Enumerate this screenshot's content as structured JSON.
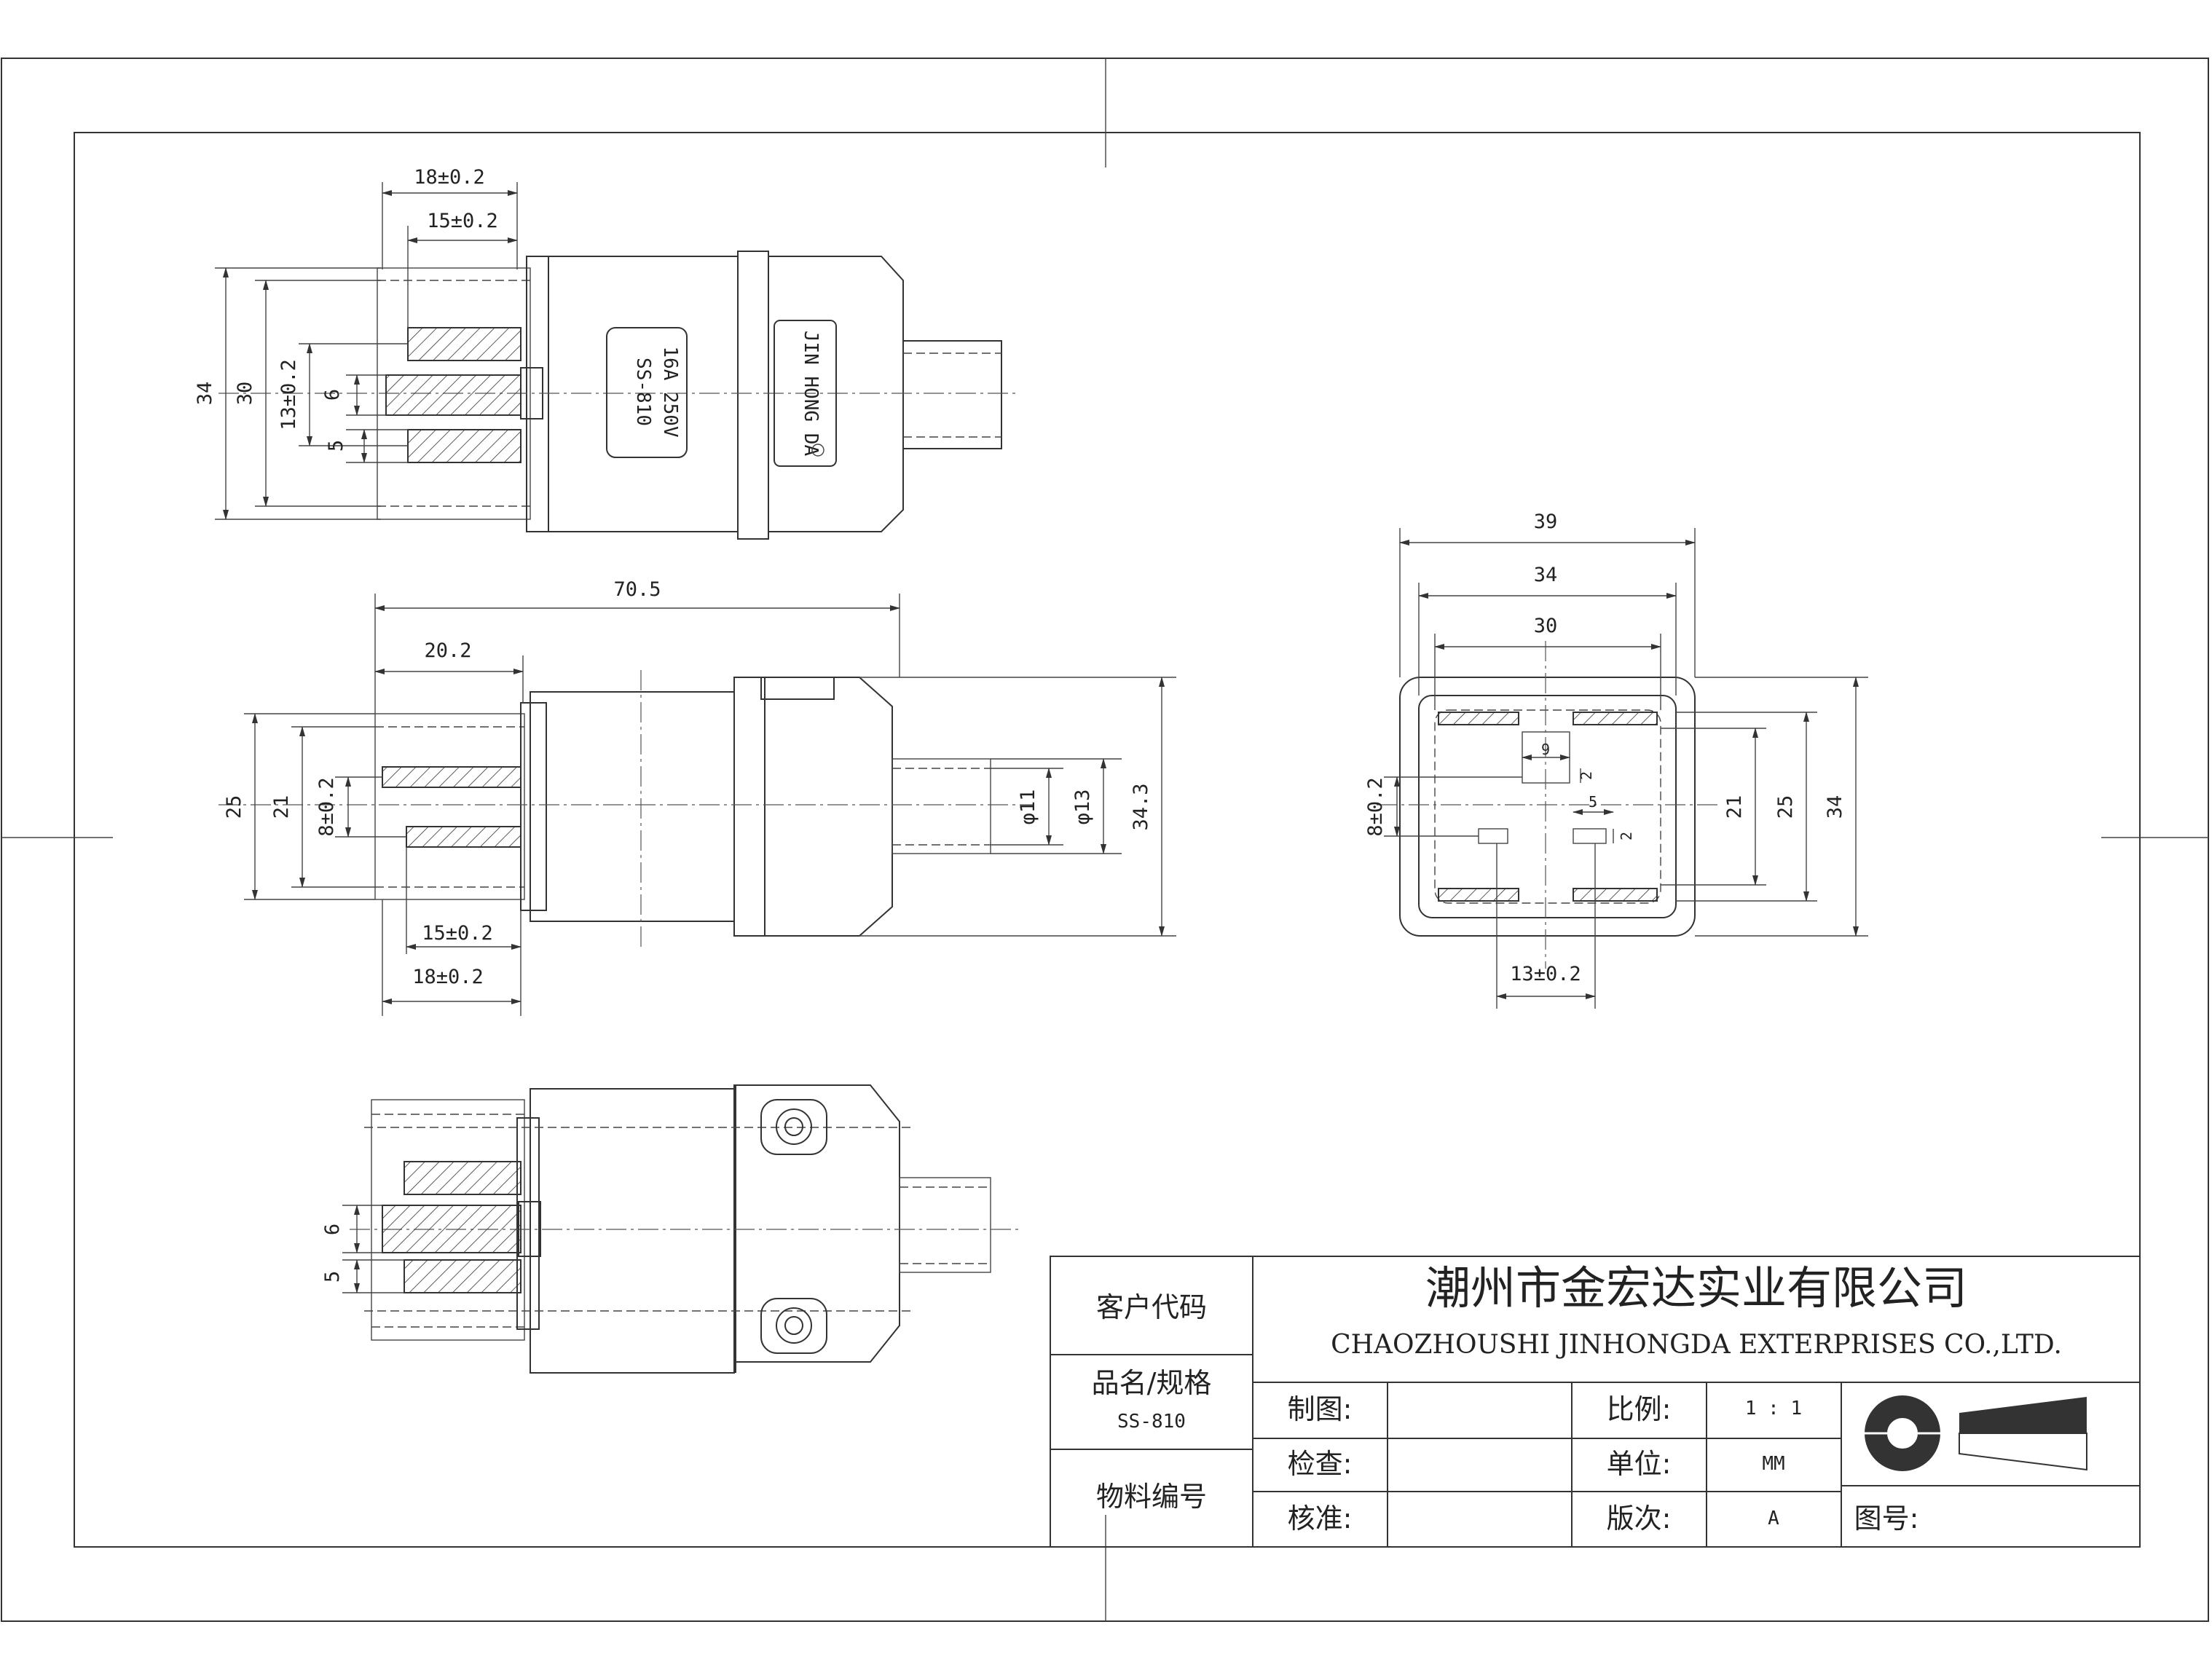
{
  "title_block": {
    "company_cn": "潮州市金宏达实业有限公司",
    "company_en": "CHAOZHOUSHI JINHONGDA EXTERPRISES CO.,LTD.",
    "customer_code_label": "客户代码",
    "product_spec_label": "品名/规格",
    "product_spec_value": "SS-810",
    "material_no_label": "物料编号",
    "drawn_label": "制图:",
    "checked_label": "检查:",
    "approved_label": "核准:",
    "scale_label": "比例:",
    "scale_value": "1 : 1",
    "unit_label": "单位:",
    "unit_value": "MM",
    "revision_label": "版次:",
    "revision_value": "A",
    "drawing_no_label": "图号:"
  },
  "top_view": {
    "dims": {
      "d18_top": "18±0.2",
      "d15_top": "15±0.2",
      "d34": "34",
      "d30": "30",
      "d13": "13±0.2",
      "d6": "6",
      "d5": "5"
    },
    "label_plate": {
      "line1": "SS-810",
      "line2": "16A 250V"
    },
    "brand_plate": {
      "line1": "JIN HONG DA"
    }
  },
  "side_view": {
    "dims": {
      "d70_5": "70.5",
      "d20_2": "20.2",
      "d25": "25",
      "d21": "21",
      "d8": "8±0.2",
      "d15": "15±0.2",
      "d18": "18±0.2",
      "d11": "φ11",
      "d13": "φ13",
      "d34_3": "34.3"
    }
  },
  "front_view": {
    "dims": {
      "d39": "39",
      "d34": "34",
      "d30": "30",
      "d8": "8±0.2",
      "d21": "21",
      "d25": "25",
      "d34r": "34",
      "d13": "13±0.2",
      "d9": "9",
      "d2a": "2",
      "d5": "5",
      "d2b": "2"
    }
  },
  "bottom_view": {
    "dims": {
      "d6": "6",
      "d5": "5"
    }
  }
}
